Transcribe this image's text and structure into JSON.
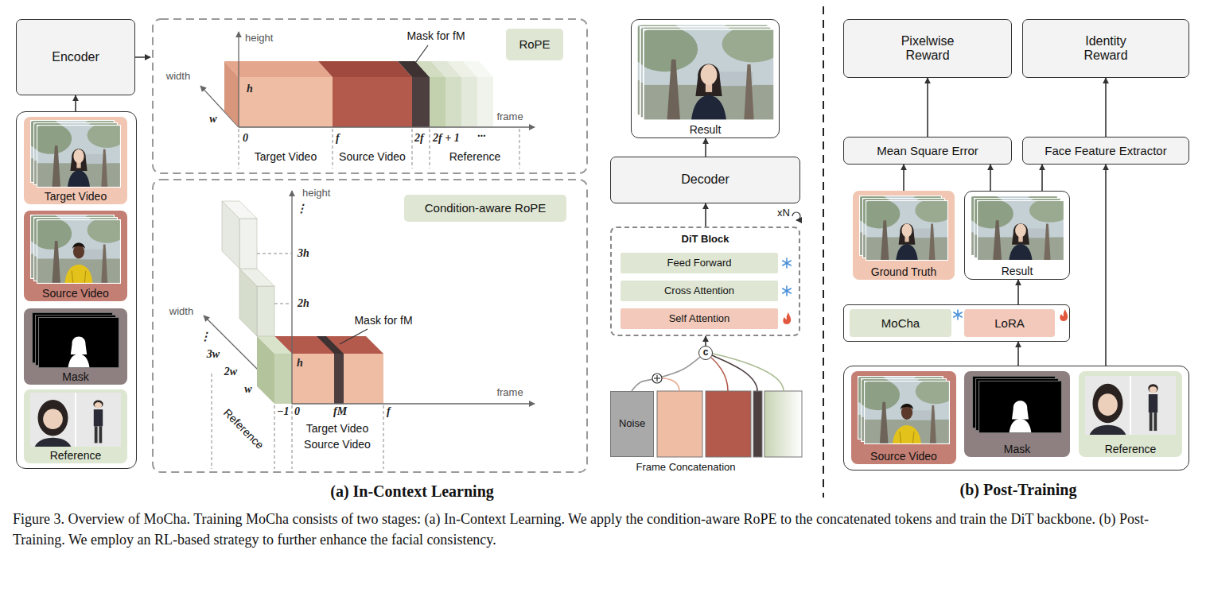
{
  "diagram": {
    "caption": "Figure 3. Overview of MoCha. Training MoCha consists of two stages: (a) In-Context Learning. We apply the condition-aware RoPE to the concatenated tokens and train the DiT backbone. (b) Post-Training. We employ an RL-based strategy to further enhance the facial consistency.",
    "nodes": [
      {
        "text": [
          "Encoder"
        ]
      },
      {
        "text": []
      },
      {
        "text": [
          "Target Video"
        ],
        "in": 1
      },
      {
        "text": [
          "Source Video"
        ],
        "in": 1
      },
      {
        "text": [
          "Mask"
        ],
        "in": 1
      },
      {
        "text": [
          "Reference"
        ],
        "in": 1
      },
      {
        "text": [
          "RoPE"
        ]
      },
      {
        "text": [
          "Condition-aware RoPE"
        ]
      },
      {
        "text": [
          "Result"
        ]
      },
      {
        "text": [
          "Decoder"
        ]
      },
      {
        "text": [
          "DiT Block"
        ]
      },
      {
        "text": [
          "Feed Forward"
        ],
        "in": 10
      },
      {
        "text": [
          "Cross Attention"
        ],
        "in": 10
      },
      {
        "text": [
          "Self Attention"
        ],
        "in": 10
      },
      {
        "text": [
          "c"
        ]
      },
      {
        "text": [
          "Noise"
        ]
      },
      {
        "text": [
          "Pixelwise Reward"
        ]
      },
      {
        "text": [
          "Identity Reward"
        ]
      },
      {
        "text": [
          "Mean Square Error"
        ]
      },
      {
        "text": [
          "Face Feature Extractor"
        ]
      },
      {
        "text": [
          "Ground Truth"
        ]
      },
      {
        "text": [
          "Result"
        ]
      },
      {
        "text": []
      },
      {
        "text": [
          "MoCha"
        ],
        "in": 22
      },
      {
        "text": [
          "LoRA"
        ],
        "in": 22
      },
      {
        "text": []
      },
      {
        "text": [
          "Source Video"
        ],
        "in": 25
      },
      {
        "text": [
          "Mask"
        ],
        "in": 25
      },
      {
        "text": [
          "Reference"
        ],
        "in": 25
      }
    ],
    "edges": [
      {
        "from": 1,
        "to": 0,
        "arrow": "to"
      },
      {
        "from": 9,
        "to": 8,
        "arrow": "to"
      },
      {
        "from": 10,
        "to": 9,
        "arrow": "to"
      },
      {
        "from": 14,
        "to": 10,
        "arrow": "to"
      },
      {
        "from": 15,
        "to": 14,
        "arrow": "none"
      },
      {
        "from": 18,
        "to": 16,
        "arrow": "to"
      },
      {
        "from": 19,
        "to": 17,
        "arrow": "to"
      },
      {
        "from": 20,
        "to": 18,
        "arrow": "to"
      },
      {
        "from": 21,
        "to": 18,
        "arrow": "to"
      },
      {
        "from": 21,
        "to": 19,
        "arrow": "to"
      },
      {
        "from": 22,
        "to": 21,
        "arrow": "to"
      },
      {
        "from": 25,
        "to": 22,
        "arrow": "to"
      },
      {
        "from": 25,
        "to": 19,
        "arrow": "to"
      }
    ],
    "labels": [
      "height",
      "Mask for fM",
      "width",
      "h",
      "w",
      "frame",
      "0",
      "f",
      "2f",
      "2f + 1",
      "···",
      "Target Video",
      "Source Video",
      "Reference",
      "height",
      "⋮",
      "3h",
      "2h",
      "h",
      "Mask for fM",
      "width",
      "⋮",
      "3w",
      "2w",
      "w",
      "frame",
      "−1",
      "0",
      "fM",
      "f",
      "Target Video",
      "Source Video",
      "Reference",
      "xN",
      "Frame Concatenation",
      "(a) In-Context Learning",
      "(b) Post-Training"
    ]
  }
}
